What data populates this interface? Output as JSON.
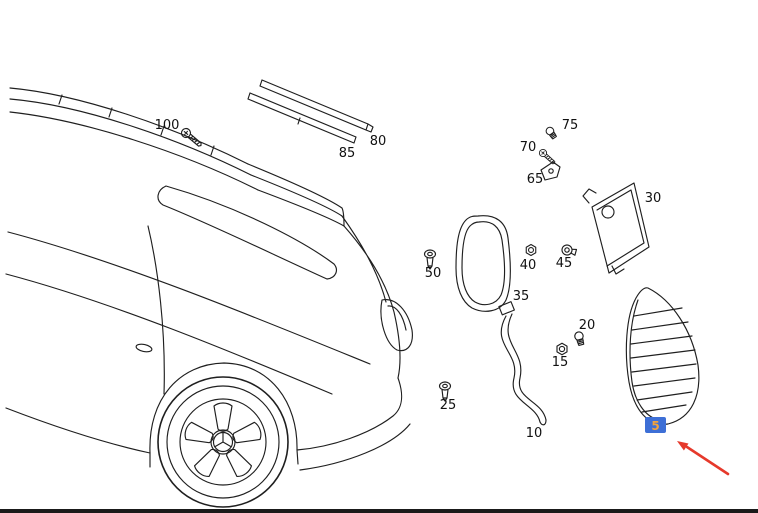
{
  "diagram": {
    "line_color": "#1f1f1f",
    "background_color": "#ffffff",
    "labels": {
      "l100": "100",
      "l85": "85",
      "l80": "80",
      "l75": "75",
      "l70": "70",
      "l65": "65",
      "l30": "30",
      "l50": "50",
      "l40": "40",
      "l45": "45",
      "l35": "35",
      "l20": "20",
      "l15": "15",
      "l25": "25",
      "l10": "10",
      "l5": "5"
    },
    "highlight": {
      "label": "5",
      "bg_color": "#3d6fd6",
      "text_color": "#f2a33c"
    },
    "arrow_color": "#e6392b"
  }
}
